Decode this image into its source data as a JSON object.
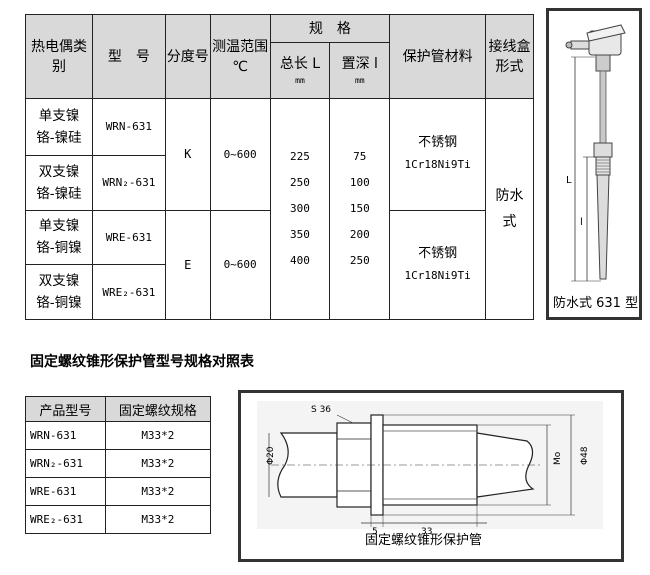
{
  "spec_table": {
    "headers": {
      "type_category": "热电偶类别",
      "model": "型　号",
      "graduation": "分度号",
      "temp_range": "测温范围",
      "temp_unit": "℃",
      "spec": "规　格",
      "total_length": "总长 L",
      "insert_depth": "置深 l",
      "unit_mm": "mm",
      "material": "保护管材料",
      "box_form": "接线盒形式"
    },
    "rows": [
      {
        "category": "单支镍铬-镍硅",
        "model": "WRN-631"
      },
      {
        "category": "双支镍铬-镍硅",
        "model": "WRN₂-631"
      },
      {
        "category": "单支镍铬-铜镍",
        "model": "WRE-631"
      },
      {
        "category": "双支镍铬-铜镍",
        "model": "WRE₂-631"
      }
    ],
    "groups": [
      {
        "graduation": "K",
        "range": "0~600",
        "material_name": "不锈钢",
        "material_code": "1Cr18Ni9Ti"
      },
      {
        "graduation": "E",
        "range": "0~600",
        "material_name": "不锈钢",
        "material_code": "1Cr18Ni9Ti"
      }
    ],
    "total_lengths": [
      "225",
      "250",
      "300",
      "350",
      "400"
    ],
    "insert_depths": [
      "75",
      "100",
      "150",
      "200",
      "250"
    ],
    "box_form": "防水式"
  },
  "photo": {
    "caption": "防水式 631 型",
    "label_L": "L",
    "label_l": "l"
  },
  "thread_section": {
    "title": "固定螺纹锥形保护管型号规格对照表",
    "headers": {
      "model": "产品型号",
      "thread": "固定螺纹规格"
    },
    "rows": [
      {
        "model": "WRN-631",
        "thread": "M33*2"
      },
      {
        "model": "WRN₂-631",
        "thread": "M33*2"
      },
      {
        "model": "WRE-631",
        "thread": "M33*2"
      },
      {
        "model": "WRE₂-631",
        "thread": "M33*2"
      }
    ]
  },
  "drawing": {
    "caption": "固定螺纹锥形保护管",
    "dim_s": "S 36",
    "dim_phi20": "Φ20",
    "dim_mo": "Mo",
    "dim_phi48": "Φ48",
    "dim_5": "5",
    "dim_33": "33"
  }
}
